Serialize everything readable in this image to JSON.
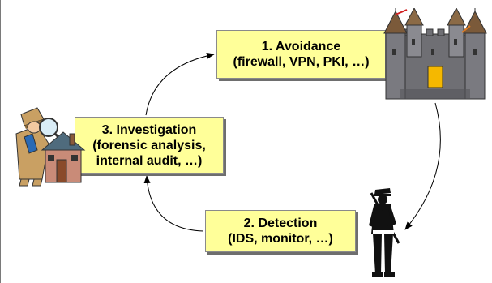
{
  "diagram": {
    "stages": [
      {
        "title": "1. Avoidance",
        "detail": "(firewall, VPN, PKI, …)"
      },
      {
        "title": "2. Detection",
        "detail": "(IDS, monitor, …)"
      },
      {
        "title": "3. Investigation",
        "detail_line1": "(forensic analysis,",
        "detail_line2": "internal audit, …)"
      }
    ],
    "images": {
      "castle": "castle-icon",
      "soldier": "soldier-icon",
      "detective": "detective-icon"
    },
    "colors": {
      "box_fill": "#ffff99",
      "box_shadow": "#6e6e6e",
      "arrow": "#000000"
    }
  }
}
